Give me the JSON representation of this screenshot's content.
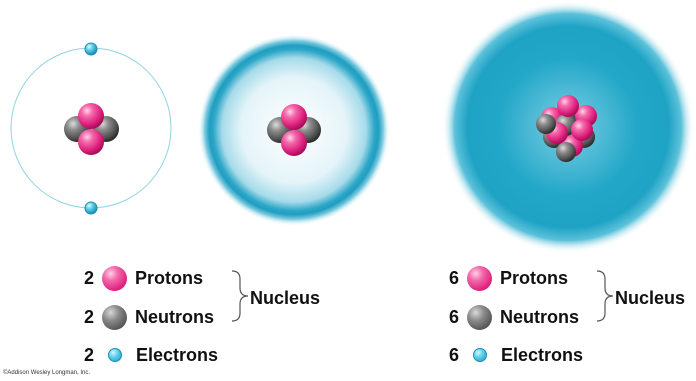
{
  "colors": {
    "proton": "#e8348a",
    "neutron": "#6b6b6b",
    "electron": "#3cc0e0",
    "cloud": "#1fa6c6"
  },
  "legends": [
    {
      "protons": {
        "count": "2",
        "label": "Protons"
      },
      "neutrons": {
        "count": "2",
        "label": "Neutrons"
      },
      "electrons": {
        "count": "2",
        "label": "Electrons"
      },
      "group_label": "Nucleus"
    },
    {
      "protons": {
        "count": "6",
        "label": "Protons"
      },
      "neutrons": {
        "count": "6",
        "label": "Neutrons"
      },
      "electrons": {
        "count": "6",
        "label": "Electrons"
      },
      "group_label": "Nucleus"
    }
  ],
  "credit": "©Addison Wesley Longman, Inc."
}
